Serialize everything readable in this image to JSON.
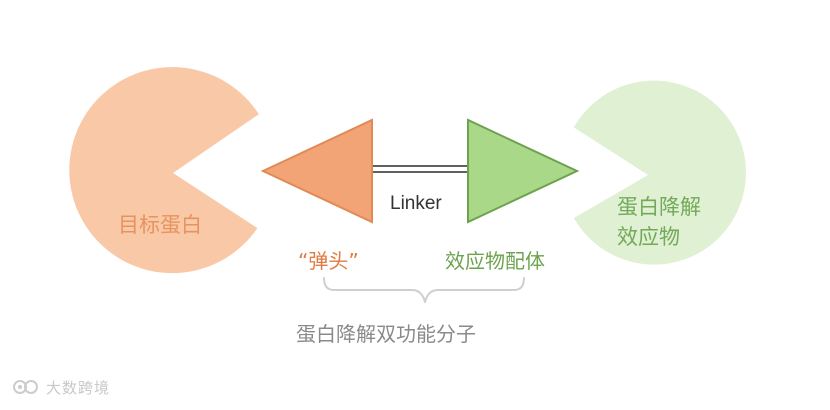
{
  "diagram": {
    "target_protein_label": "目标蛋白",
    "warhead_label": "“弹头”",
    "linker_label": "Linker",
    "ligand_label": "效应物配体",
    "e3_label_line1": "蛋白降解",
    "e3_label_line2": "效应物",
    "protac_label": "蛋白降解双功能分子"
  },
  "watermark": {
    "text": "大数跨境"
  },
  "colors": {
    "target_fill": "#f8c8a7",
    "warhead_fill": "#f2a477",
    "warhead_stroke": "#e08a55",
    "ligand_fill": "#a9d889",
    "ligand_stroke": "#6da34f",
    "e3_fill": "#dff0d3",
    "brace": "#cfcfcf"
  },
  "icons": {
    "watermark_logo": "brand-logo-icon"
  }
}
